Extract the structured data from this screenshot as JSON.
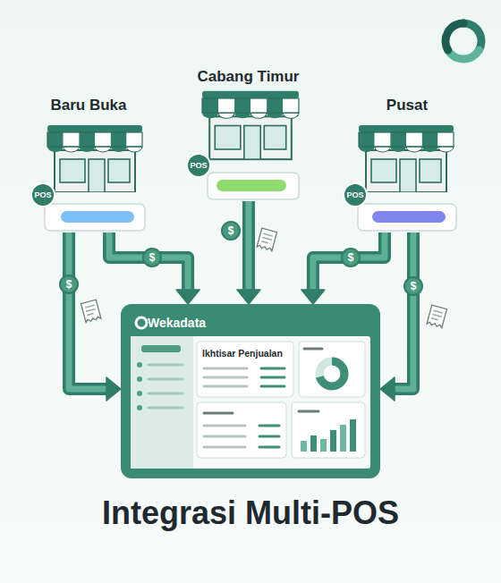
{
  "diagram": {
    "title": "Integrasi Multi-POS",
    "nodes": [
      {
        "text": [
          "Baru Buka"
        ]
      },
      {
        "text": [
          "POS"
        ],
        "in": 0
      },
      {
        "text": [
          "Cabang Timur"
        ]
      },
      {
        "text": [
          "POS"
        ],
        "in": 2
      },
      {
        "text": [
          "Pusat"
        ]
      },
      {
        "text": [
          "POS"
        ],
        "in": 4
      },
      {
        "text": [
          "Wekadata"
        ]
      },
      {
        "text": [
          "Ikhtisar Penjualan"
        ],
        "in": 6
      }
    ],
    "edges": [
      {
        "from": 0,
        "to": 6,
        "arrow": "to"
      },
      {
        "from": 0,
        "to": 6,
        "arrow": "to"
      },
      {
        "from": 2,
        "to": 6,
        "arrow": "to"
      },
      {
        "from": 4,
        "to": 6,
        "arrow": "to"
      },
      {
        "from": 4,
        "to": 6,
        "arrow": "to"
      }
    ],
    "labels": [
      "$",
      "$",
      "$",
      "$",
      "$"
    ]
  }
}
